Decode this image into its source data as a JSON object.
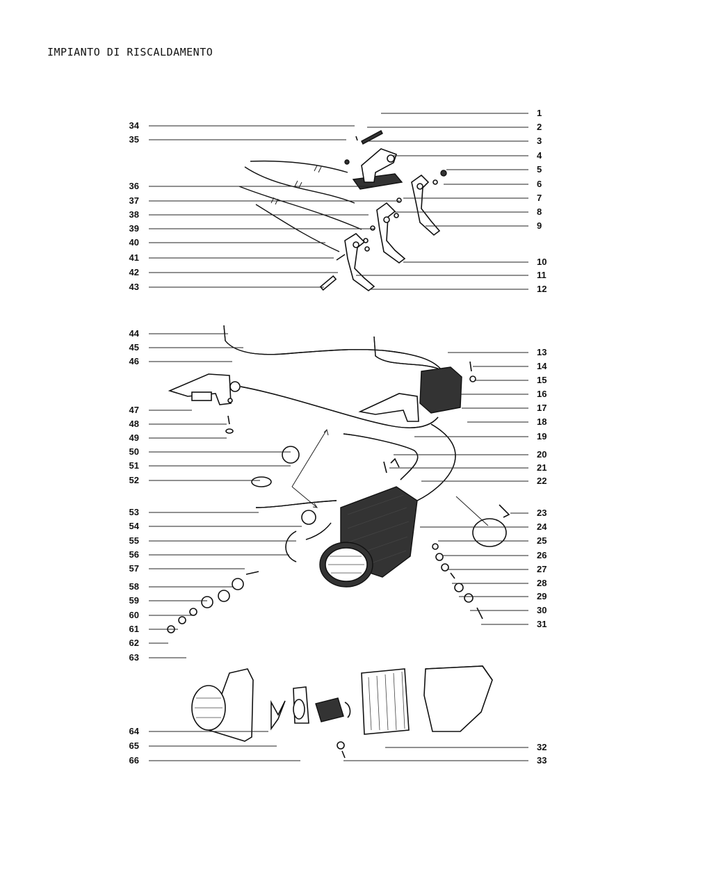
{
  "title": "IMPIANTO DI RISCALDAMENTO",
  "colors": {
    "ink": "#111111",
    "paper": "#ffffff"
  },
  "callouts": {
    "left": [
      {
        "n": "34"
      },
      {
        "n": "35"
      },
      {
        "n": "36"
      },
      {
        "n": "37"
      },
      {
        "n": "38"
      },
      {
        "n": "39"
      },
      {
        "n": "40"
      },
      {
        "n": "41"
      },
      {
        "n": "42"
      },
      {
        "n": "43"
      },
      {
        "n": "44"
      },
      {
        "n": "45"
      },
      {
        "n": "46"
      },
      {
        "n": "47"
      },
      {
        "n": "48"
      },
      {
        "n": "49"
      },
      {
        "n": "50"
      },
      {
        "n": "51"
      },
      {
        "n": "52"
      },
      {
        "n": "53"
      },
      {
        "n": "54"
      },
      {
        "n": "55"
      },
      {
        "n": "56"
      },
      {
        "n": "57"
      },
      {
        "n": "58"
      },
      {
        "n": "59"
      },
      {
        "n": "60"
      },
      {
        "n": "61"
      },
      {
        "n": "62"
      },
      {
        "n": "63"
      },
      {
        "n": "64"
      },
      {
        "n": "65"
      },
      {
        "n": "66"
      }
    ],
    "right": [
      {
        "n": "1"
      },
      {
        "n": "2"
      },
      {
        "n": "3"
      },
      {
        "n": "4"
      },
      {
        "n": "5"
      },
      {
        "n": "6"
      },
      {
        "n": "7"
      },
      {
        "n": "8"
      },
      {
        "n": "9"
      },
      {
        "n": "10"
      },
      {
        "n": "11"
      },
      {
        "n": "12"
      },
      {
        "n": "13"
      },
      {
        "n": "14"
      },
      {
        "n": "15"
      },
      {
        "n": "16"
      },
      {
        "n": "17"
      },
      {
        "n": "18"
      },
      {
        "n": "19"
      },
      {
        "n": "20"
      },
      {
        "n": "21"
      },
      {
        "n": "22"
      },
      {
        "n": "23"
      },
      {
        "n": "24"
      },
      {
        "n": "25"
      },
      {
        "n": "26"
      },
      {
        "n": "27"
      },
      {
        "n": "28"
      },
      {
        "n": "29"
      },
      {
        "n": "30"
      },
      {
        "n": "31"
      },
      {
        "n": "32"
      },
      {
        "n": "33"
      }
    ]
  }
}
